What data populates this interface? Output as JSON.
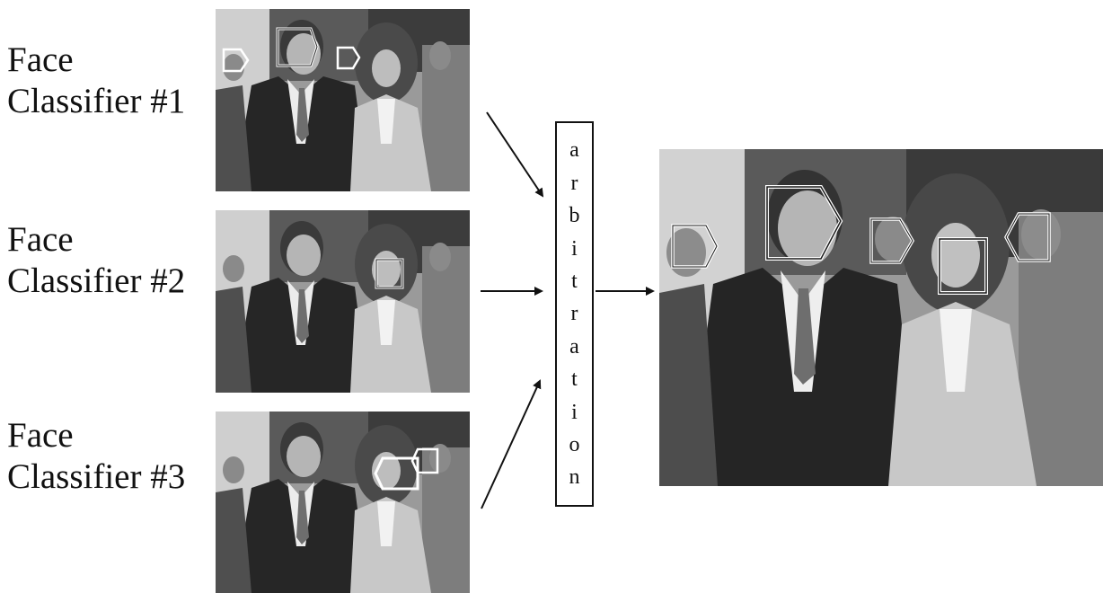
{
  "classifiers": [
    {
      "line1": "Face",
      "line2": "Classifier #1"
    },
    {
      "line1": "Face",
      "line2": "Classifier #2"
    },
    {
      "line1": "Face",
      "line2": "Classifier #3"
    }
  ],
  "arbitration": {
    "letters": [
      "a",
      "r",
      "b",
      "i",
      "t",
      "r",
      "a",
      "t",
      "i",
      "o",
      "n"
    ]
  }
}
